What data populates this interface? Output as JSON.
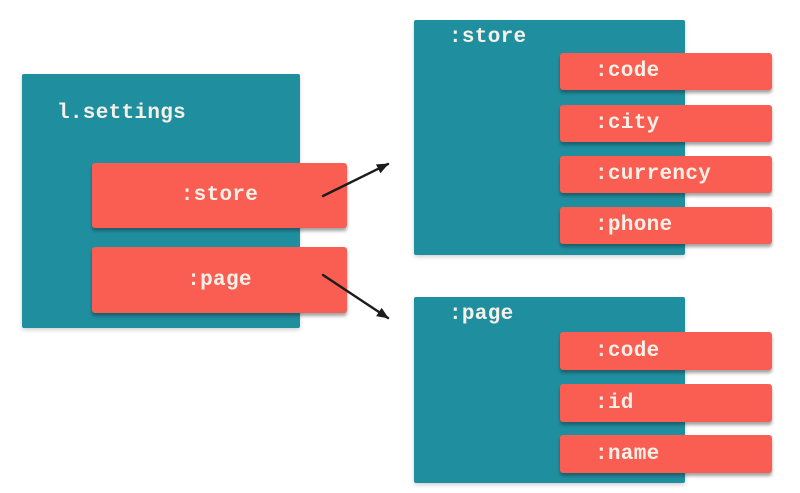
{
  "colors": {
    "box": "#1f8fa0",
    "bar": "#fa5e52",
    "text": "#f5f1e8",
    "arrow": "#1c1c1c",
    "background": "#ffffff"
  },
  "settings_box": {
    "title": "l.settings",
    "keys": [
      ":store",
      ":page"
    ]
  },
  "store_box": {
    "title": ":store",
    "keys": [
      ":code",
      ":city",
      ":currency",
      ":phone"
    ]
  },
  "page_box": {
    "title": ":page",
    "keys": [
      ":code",
      ":id",
      ":name"
    ]
  },
  "arrows": [
    {
      "from": "settings_box.keys.0",
      "to": "store_box"
    },
    {
      "from": "settings_box.keys.1",
      "to": "page_box"
    }
  ]
}
